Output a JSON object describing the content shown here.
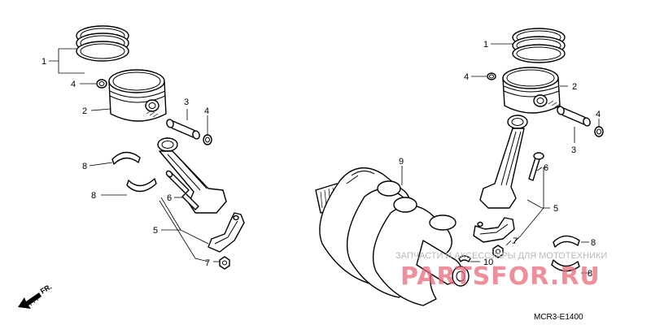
{
  "callouts": {
    "piston_ring_left": "1",
    "piston_ring_right": "1",
    "piston_left": "2",
    "piston_right": "2",
    "piston_pin_left": "3",
    "piston_pin_right": "3",
    "pin_clip_left_a": "4",
    "pin_clip_left_b": "4",
    "pin_clip_right_a": "4",
    "pin_clip_right_b": "4",
    "conrod_left": "5",
    "conrod_right": "5",
    "conrod_bolt_left": "6",
    "conrod_bolt_right": "6",
    "conrod_nut_left": "7",
    "conrod_nut_right": "7",
    "bearing_left_a": "8",
    "bearing_left_b": "8",
    "bearing_right_a": "8",
    "bearing_right_b": "8",
    "crankshaft": "9",
    "woodruff_key": "10"
  },
  "direction_label": "FR.",
  "diagram_code": "MCR3-E1400",
  "watermark": {
    "tagline": "ЗАПЧАСТИ И АКСЕССУАРЫ ДЛЯ МОТОТЕХНИКИ",
    "brand": "PARTSFOR.RU"
  }
}
